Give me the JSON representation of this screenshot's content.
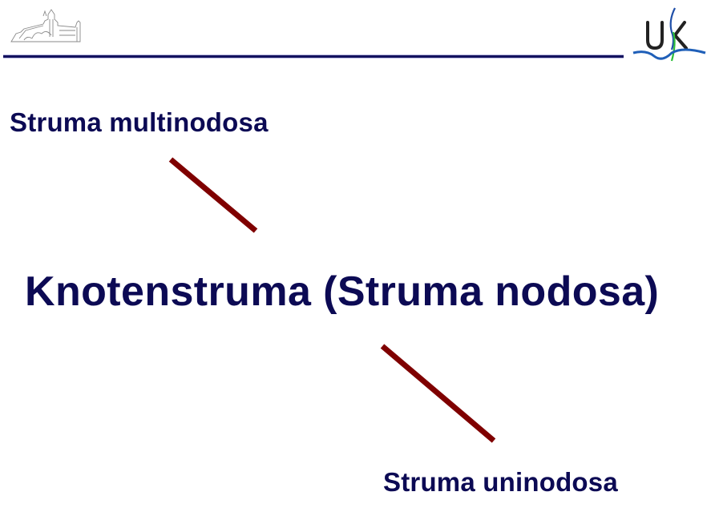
{
  "header": {
    "left_logo": "castle-logo-icon",
    "right_logo": "ukk-logo-icon",
    "right_logo_text": "U K",
    "rule_color": "#14125e"
  },
  "slide": {
    "top_label": "Struma multinodosa",
    "main_title": "Knotenstruma (Struma nodosa)",
    "bottom_label": "Struma uninodosa",
    "text_color": "#0c0a54",
    "connector_color": "#7f0000"
  }
}
